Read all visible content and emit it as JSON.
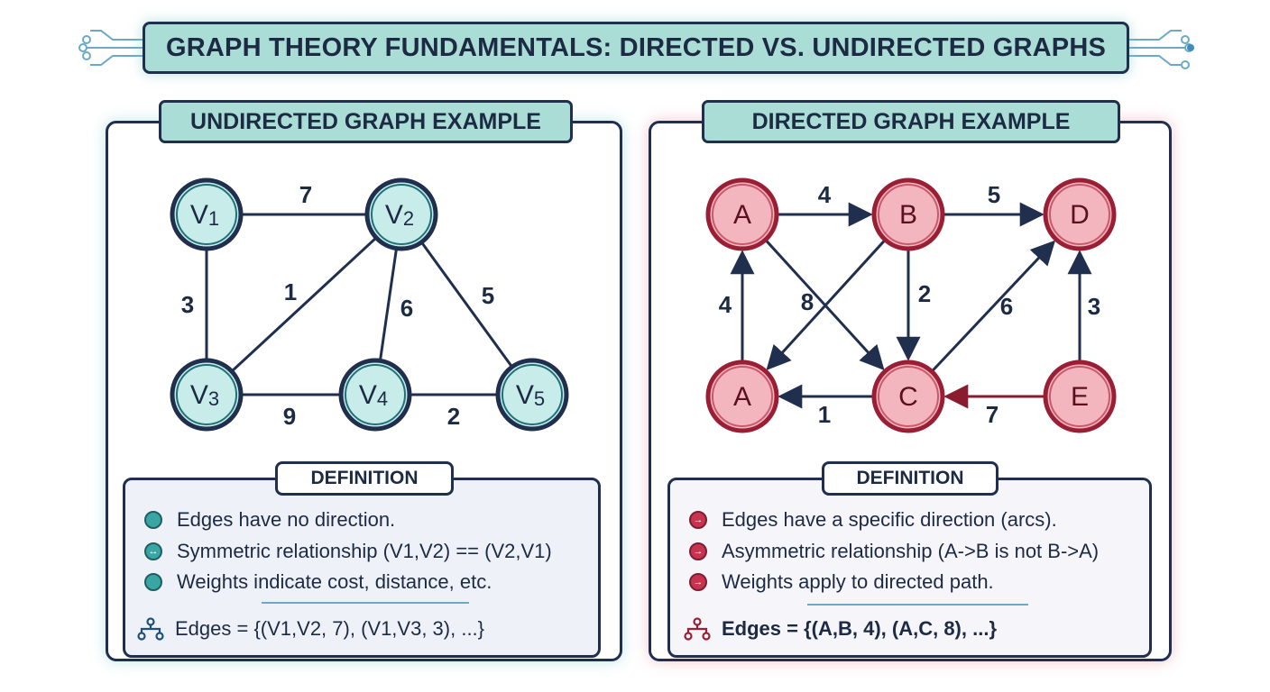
{
  "title": "GRAPH THEORY FUNDAMENTALS: DIRECTED VS. UNDIRECTED GRAPHS",
  "colors": {
    "teal_fill": "#a9ddd6",
    "teal_node": "#c8ecea",
    "teal_stroke": "#1f7278",
    "red_node": "#f4b6be",
    "red_stroke": "#9a1f35",
    "navy": "#1f2f4d"
  },
  "undirected": {
    "title": "UNDIRECTED GRAPH EXAMPLE",
    "nodes": [
      {
        "id": "V1",
        "label": "V",
        "sub": "1"
      },
      {
        "id": "V2",
        "label": "V",
        "sub": "2"
      },
      {
        "id": "V3",
        "label": "V",
        "sub": "3"
      },
      {
        "id": "V4",
        "label": "V",
        "sub": "4"
      },
      {
        "id": "V5",
        "label": "V",
        "sub": "5"
      }
    ],
    "edges": [
      {
        "from": "V1",
        "to": "V2",
        "weight": "7"
      },
      {
        "from": "V1",
        "to": "V3",
        "weight": "3"
      },
      {
        "from": "V2",
        "to": "V3",
        "weight": "1"
      },
      {
        "from": "V2",
        "to": "V4",
        "weight": "6"
      },
      {
        "from": "V2",
        "to": "V5",
        "weight": "5"
      },
      {
        "from": "V3",
        "to": "V4",
        "weight": "9"
      },
      {
        "from": "V4",
        "to": "V5",
        "weight": "2"
      }
    ],
    "definition": {
      "title": "DEFINITION",
      "bullets": [
        {
          "text": "Edges have no direction.",
          "icon": "circle-icon"
        },
        {
          "text": "Symmetric relationship (V1,V2) == (V2,V1)",
          "icon": "double-arrow-icon",
          "glyph": "↔"
        },
        {
          "text": "Weights indicate cost, distance, etc.",
          "icon": "circle-icon"
        }
      ],
      "edges_text": "Edges = {(V1,V2, 7), (V1,V3, 3), ...}"
    }
  },
  "directed": {
    "title": "DIRECTED GRAPH EXAMPLE",
    "nodes": [
      {
        "id": "A1",
        "label": "A"
      },
      {
        "id": "B",
        "label": "B"
      },
      {
        "id": "D",
        "label": "D"
      },
      {
        "id": "A2",
        "label": "A"
      },
      {
        "id": "C",
        "label": "C"
      },
      {
        "id": "E",
        "label": "E"
      }
    ],
    "edges": [
      {
        "from": "A1",
        "to": "B",
        "weight": "4"
      },
      {
        "from": "B",
        "to": "D",
        "weight": "5"
      },
      {
        "from": "A2",
        "to": "A1",
        "weight": "4"
      },
      {
        "from": "A1",
        "to": "C",
        "weight": "8"
      },
      {
        "from": "B",
        "to": "A2",
        "weight": ""
      },
      {
        "from": "B",
        "to": "C",
        "weight": "2"
      },
      {
        "from": "C",
        "to": "D",
        "weight": "6"
      },
      {
        "from": "E",
        "to": "D",
        "weight": "3"
      },
      {
        "from": "C",
        "to": "A2",
        "weight": "1"
      },
      {
        "from": "E",
        "to": "C",
        "weight": "7"
      }
    ],
    "definition": {
      "title": "DEFINITION",
      "bullets": [
        {
          "text": "Edges have a specific direction (arcs).",
          "icon": "arrow-right-icon",
          "glyph": "→"
        },
        {
          "text": "Asymmetric relationship (A->B is not B->A)",
          "icon": "arrow-right-icon",
          "glyph": "→"
        },
        {
          "text": "Weights apply to directed path.",
          "icon": "arrow-right-icon",
          "glyph": "→"
        }
      ],
      "edges_text": "Edges = {(A,B, 4), (A,C, 8), ...}"
    }
  }
}
